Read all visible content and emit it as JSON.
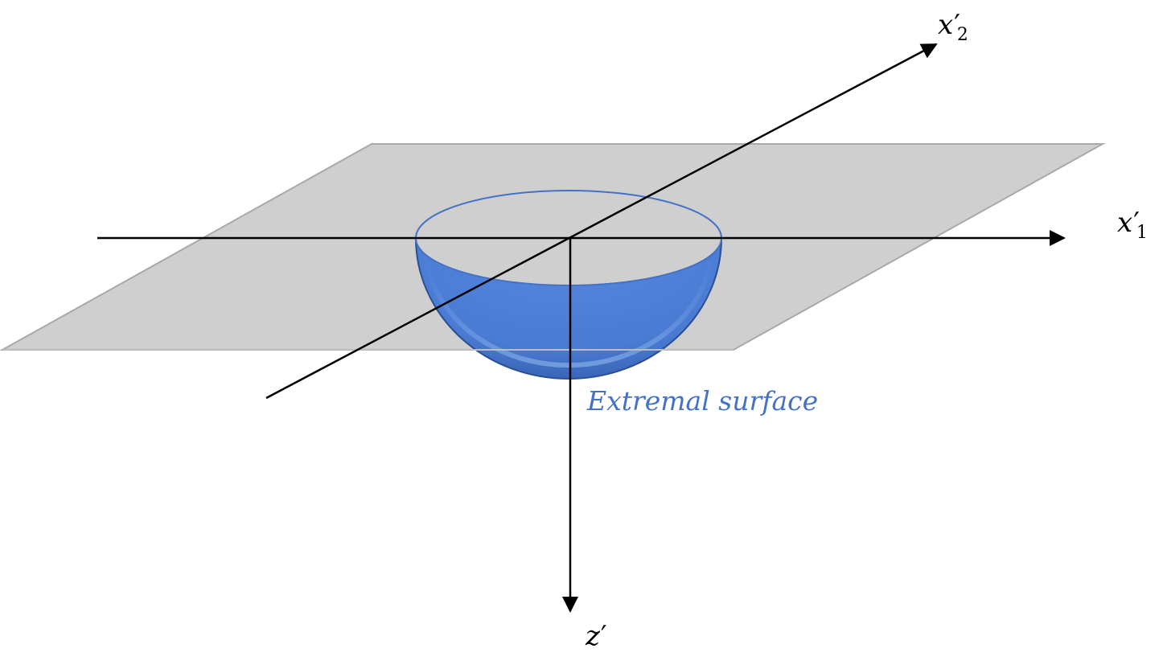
{
  "colors": {
    "plane_fill": "#d0cfd0",
    "plane_edge": "#a9a9a9",
    "bowl_fill": "#4a7bd3",
    "bowl_rim": "#4472c4",
    "label_color": "#4472c4",
    "axis_color": "#000000"
  },
  "axes": {
    "x1": {
      "var": "x",
      "sub": "1",
      "prime": "′"
    },
    "x2": {
      "var": "x",
      "sub": "2",
      "prime": "′"
    },
    "z": {
      "var": "z",
      "prime": "′"
    }
  },
  "surface_label": "Extremal surface"
}
